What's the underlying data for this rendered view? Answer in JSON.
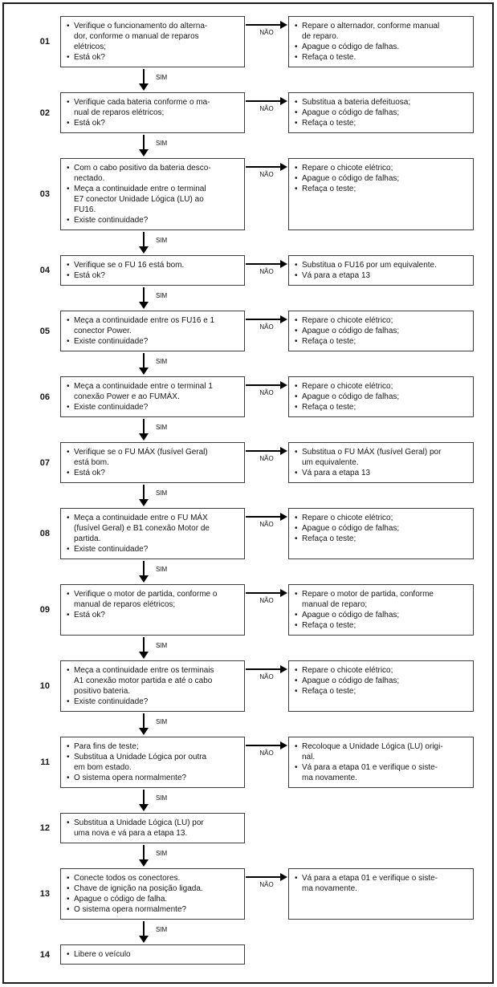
{
  "labels": {
    "sim": "SIM",
    "no": "NÃO"
  },
  "steps": [
    {
      "number": "01",
      "left": [
        [
          "Verifique o funcionamento do alterna-",
          "dor, conforme o manual de reparos",
          "elétricos;"
        ],
        [
          "Está ok?"
        ]
      ],
      "right": [
        [
          "Repare o alternador, conforme manual",
          "de reparo."
        ],
        [
          "Apague o código de falhas."
        ],
        [
          "Refaça o teste."
        ]
      ],
      "sim_after": true
    },
    {
      "number": "02",
      "left": [
        [
          "Verifique cada bateria conforme o ma-",
          "nual de reparos elétricos;"
        ],
        [
          "Está ok?"
        ]
      ],
      "right": [
        [
          "Substitua a bateria defeituosa;"
        ],
        [
          "Apague o código de falhas;"
        ],
        [
          "Refaça o teste;"
        ]
      ],
      "sim_after": true
    },
    {
      "number": "03",
      "left": [
        [
          "Com o cabo positivo da bateria desco-",
          "nectado."
        ],
        [
          "Meça a continuidade entre o terminal",
          "E7 conector Unidade Lógica (LU) ao",
          "FU16."
        ],
        [
          "Existe continuidade?"
        ]
      ],
      "right": [
        [
          "Repare o chicote elétrico;"
        ],
        [
          "Apague o código de falhas;"
        ],
        [
          "Refaça o teste;"
        ]
      ],
      "sim_after": true
    },
    {
      "number": "04",
      "left": [
        [
          "Verifique se o FU 16 está bom."
        ],
        [
          "Está ok?"
        ]
      ],
      "right": [
        [
          "Substitua o FU16 por um equivalente."
        ],
        [
          "Vá para a etapa 13"
        ]
      ],
      "sim_after": true
    },
    {
      "number": "05",
      "left": [
        [
          "Meça a continuidade entre os FU16 e 1",
          "conector Power."
        ],
        [
          "Existe continuidade?"
        ]
      ],
      "right": [
        [
          "Repare o chicote elétrico;"
        ],
        [
          "Apague o código de falhas;"
        ],
        [
          "Refaça o teste;"
        ]
      ],
      "sim_after": true
    },
    {
      "number": "06",
      "left": [
        [
          "Meça a continuidade entre o terminal 1",
          "conexão Power e ao FUMÁX."
        ],
        [
          "Existe continuidade?"
        ]
      ],
      "right": [
        [
          "Repare o chicote elétrico;"
        ],
        [
          "Apague o código de falhas;"
        ],
        [
          "Refaça o teste;"
        ]
      ],
      "sim_after": true
    },
    {
      "number": "07",
      "left": [
        [
          "Verifique se o FU MÁX (fusível Geral)",
          "está bom."
        ],
        [
          "Está ok?"
        ]
      ],
      "right": [
        [
          "Substitua o FU MÁX (fusível Geral) por",
          "um equivalente."
        ],
        [
          "Vá para a etapa 13"
        ]
      ],
      "sim_after": true
    },
    {
      "number": "08",
      "left": [
        [
          "Meça a continuidade entre o FU MÁX",
          "(fusível Geral) e B1 conexão Motor de",
          "partida."
        ],
        [
          "Existe continuidade?"
        ]
      ],
      "right": [
        [
          "Repare o chicote elétrico;"
        ],
        [
          "Apague o código de falhas;"
        ],
        [
          "Refaça o teste;"
        ]
      ],
      "sim_after": true
    },
    {
      "number": "09",
      "left": [
        [
          "Verifique o motor de partida, conforme o",
          "manual de reparos elétricos;"
        ],
        [
          "Está ok?"
        ]
      ],
      "right": [
        [
          "Repare o motor de partida, conforme",
          "manual de reparo;"
        ],
        [
          "Apague o código de falhas;"
        ],
        [
          "Refaça o teste;"
        ]
      ],
      "sim_after": true
    },
    {
      "number": "10",
      "left": [
        [
          "Meça a continuidade entre os terminais",
          "A1 conexão motor partida e até o cabo",
          "positivo bateria."
        ],
        [
          "Existe continuidade?"
        ]
      ],
      "right": [
        [
          "Repare o chicote elétrico;"
        ],
        [
          "Apague o código de falhas;"
        ],
        [
          "Refaça o teste;"
        ]
      ],
      "sim_after": true
    },
    {
      "number": "11",
      "left": [
        [
          "Para fins de teste;"
        ],
        [
          "Substitua a Unidade Lógica por outra",
          "em bom estado."
        ],
        [
          "O sistema opera normalmente?"
        ]
      ],
      "right": [
        [
          "Recoloque a Unidade Lógica (LU) origi-",
          "nal."
        ],
        [
          "Vá para a etapa 01 e verifique o siste-",
          "ma novamente."
        ]
      ],
      "sim_after": true
    },
    {
      "number": "12",
      "left": [
        [
          "Substitua a Unidade Lógica (LU) por",
          "uma nova e vá para a etapa 13."
        ]
      ],
      "right": null,
      "sim_after": true
    },
    {
      "number": "13",
      "left": [
        [
          "Conecte todos os conectores."
        ],
        [
          "Chave de ignição na posição ligada."
        ],
        [
          "Apague o código de falha."
        ],
        [
          "O sistema opera normalmente?"
        ]
      ],
      "right": [
        [
          "Vá para a etapa 01 e verifique o siste-",
          "ma novamente."
        ]
      ],
      "sim_after": true
    },
    {
      "number": "14",
      "left": [
        [
          "Libere o veículo"
        ]
      ],
      "right": null,
      "sim_after": false
    }
  ]
}
